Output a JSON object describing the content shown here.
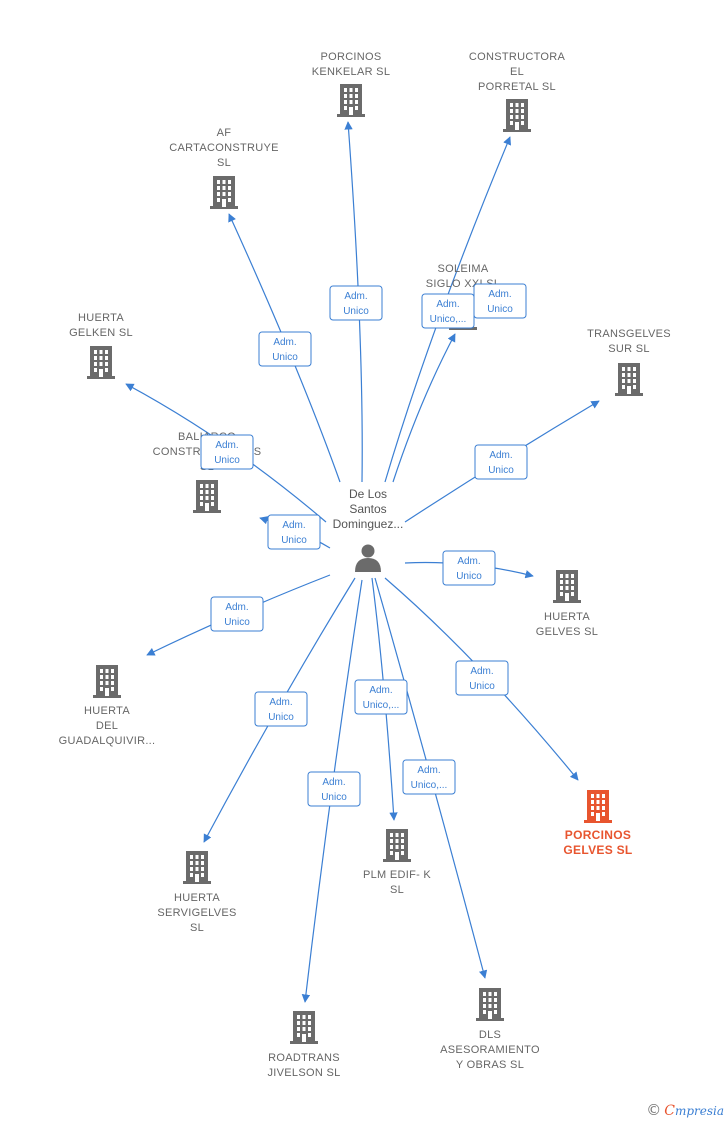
{
  "center": {
    "label_lines": [
      "De Los",
      "Santos",
      "Dominguez..."
    ],
    "icon": "person-icon"
  },
  "colors": {
    "edge": "#3b7fd3",
    "node": "#6b6b6b",
    "highlight": "#e8552f"
  },
  "nodes": [
    {
      "id": "porcinos-kenkelar",
      "lines": [
        "PORCINOS",
        "KENKELAR  SL"
      ],
      "icon": "building-icon"
    },
    {
      "id": "constructora-el-porretal",
      "lines": [
        "CONSTRUCTORA",
        "EL",
        "PORRETAL  SL"
      ],
      "icon": "building-icon"
    },
    {
      "id": "af-cartaconstruye",
      "lines": [
        "AF",
        "CARTACONSTRUYE",
        "SL"
      ],
      "icon": "building-icon"
    },
    {
      "id": "soleima-siglo-xxi",
      "lines": [
        "SOLEIMA",
        "SIGLO XXI  SL"
      ],
      "icon": "building-icon"
    },
    {
      "id": "huerta-gelken",
      "lines": [
        "HUERTA",
        "GELKEN  SL"
      ],
      "icon": "building-icon"
    },
    {
      "id": "transgelves-sur",
      "lines": [
        "TRANSGELVES",
        "SUR  SL"
      ],
      "icon": "building-icon"
    },
    {
      "id": "baliarco-construcciones",
      "lines": [
        "BALIARCO",
        "CONSTRUCCIONES",
        "SL"
      ],
      "icon": "building-icon"
    },
    {
      "id": "huerta-gelves",
      "lines": [
        "HUERTA",
        "GELVES  SL"
      ],
      "icon": "building-icon"
    },
    {
      "id": "huerta-del-guadalquivir",
      "lines": [
        "HUERTA",
        "DEL",
        "GUADALQUIVIR..."
      ],
      "icon": "building-icon"
    },
    {
      "id": "porcinos-gelves",
      "lines": [
        "PORCINOS",
        "GELVES  SL"
      ],
      "icon": "building-icon",
      "highlight": true
    },
    {
      "id": "huerta-servigelves",
      "lines": [
        "HUERTA",
        "SERVIGELVES",
        "SL"
      ],
      "icon": "building-icon"
    },
    {
      "id": "plm-edif-k",
      "lines": [
        "PLM EDIF- K",
        "SL"
      ],
      "icon": "building-icon"
    },
    {
      "id": "roadtrans-jivelson",
      "lines": [
        "ROADTRANS",
        "JIVELSON  SL"
      ],
      "icon": "building-icon"
    },
    {
      "id": "dls-asesoramiento",
      "lines": [
        "DLS",
        "ASESORAMIENTO",
        "Y OBRAS  SL"
      ],
      "icon": "building-icon"
    }
  ],
  "edges": [
    {
      "to": "porcinos-kenkelar",
      "role": [
        "Adm.",
        "Unico"
      ]
    },
    {
      "to": "constructora-el-porretal",
      "role": [
        "Adm.",
        "Unico"
      ]
    },
    {
      "to": "af-cartaconstruye",
      "role": [
        "Adm.",
        "Unico"
      ]
    },
    {
      "to": "soleima-siglo-xxi",
      "role": [
        "Adm.",
        "Unico,..."
      ]
    },
    {
      "to": "huerta-gelken",
      "role": [
        "Adm.",
        "Unico"
      ]
    },
    {
      "to": "transgelves-sur",
      "role": [
        "Adm.",
        "Unico"
      ]
    },
    {
      "to": "baliarco-construcciones",
      "role": [
        "Adm.",
        "Unico"
      ]
    },
    {
      "to": "huerta-gelves",
      "role": [
        "Adm.",
        "Unico"
      ]
    },
    {
      "to": "huerta-del-guadalquivir",
      "role": [
        "Adm.",
        "Unico"
      ]
    },
    {
      "to": "porcinos-gelves",
      "role": [
        "Adm.",
        "Unico"
      ]
    },
    {
      "to": "huerta-servigelves",
      "role": [
        "Adm.",
        "Unico"
      ]
    },
    {
      "to": "plm-edif-k",
      "role": [
        "Adm.",
        "Unico,..."
      ]
    },
    {
      "to": "roadtrans-jivelson",
      "role": [
        "Adm.",
        "Unico"
      ]
    },
    {
      "to": "dls-asesoramiento",
      "role": [
        "Adm.",
        "Unico,..."
      ]
    }
  ],
  "footer": {
    "copyright": "©",
    "brand_first": "C",
    "brand_rest": "mpresia"
  }
}
